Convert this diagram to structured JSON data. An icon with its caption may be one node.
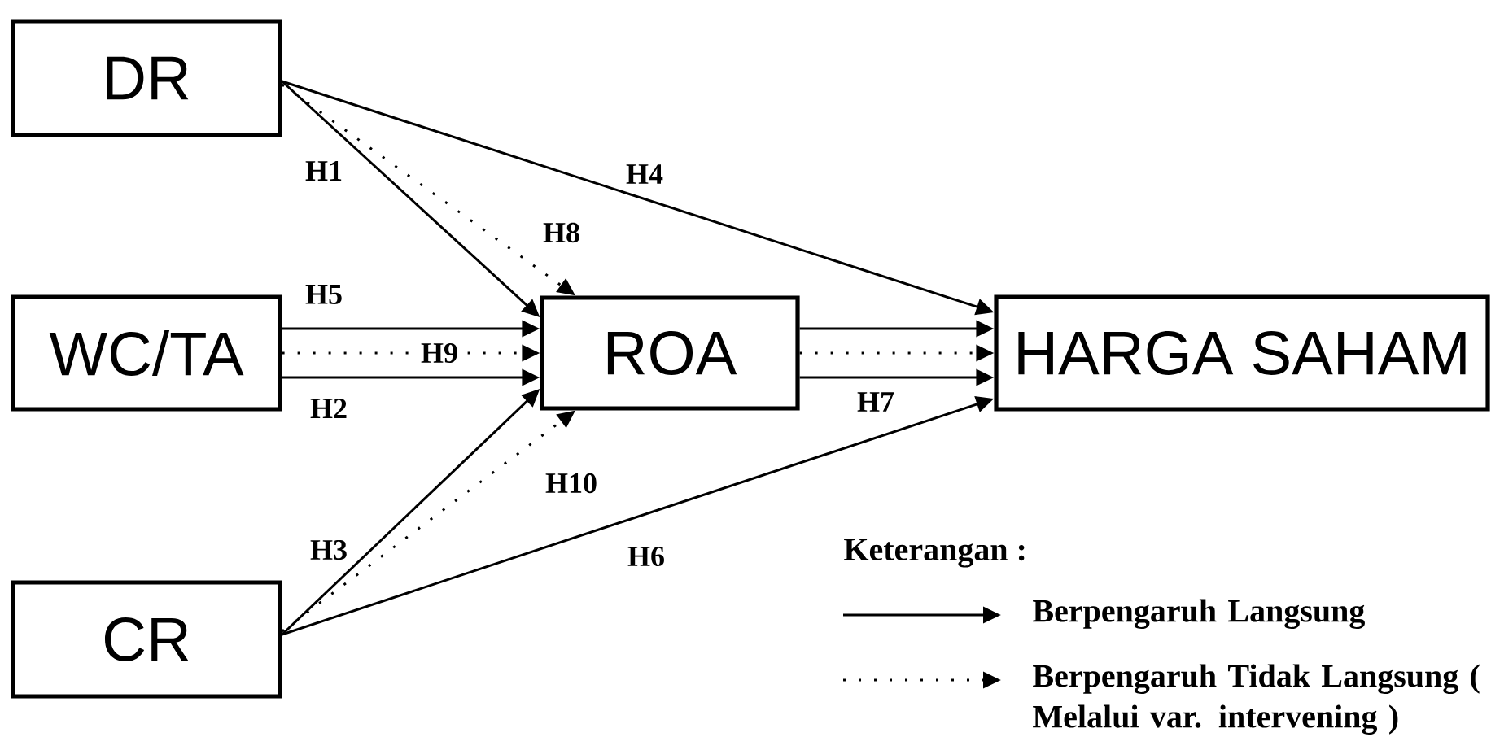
{
  "diagram": {
    "nodes": [
      {
        "text": [
          "DR"
        ]
      },
      {
        "text": [
          "WC/TA"
        ]
      },
      {
        "text": [
          "CR"
        ]
      },
      {
        "text": [
          "ROA"
        ]
      },
      {
        "text": [
          "HARGA SAHAM"
        ]
      }
    ],
    "edges": [
      {
        "from": 0,
        "to": 3,
        "arrow": "to",
        "label": "H1"
      },
      {
        "from": 0,
        "to": 3,
        "arrow": "to",
        "label": "H8",
        "style": "dashed"
      },
      {
        "from": 0,
        "to": 4,
        "arrow": "to",
        "label": "H4"
      },
      {
        "from": 1,
        "to": 3,
        "arrow": "to",
        "label": "H5"
      },
      {
        "from": 1,
        "to": 3,
        "arrow": "to",
        "label": "H9",
        "style": "dashed"
      },
      {
        "from": 1,
        "to": 3,
        "arrow": "to",
        "label": "H2"
      },
      {
        "from": 2,
        "to": 3,
        "arrow": "to",
        "label": "H3"
      },
      {
        "from": 2,
        "to": 3,
        "arrow": "to",
        "label": "H10",
        "style": "dashed"
      },
      {
        "from": 2,
        "to": 4,
        "arrow": "to",
        "label": "H6"
      },
      {
        "from": 3,
        "to": 4,
        "arrow": "to"
      },
      {
        "from": 3,
        "to": 4,
        "arrow": "to",
        "style": "dashed"
      },
      {
        "from": 3,
        "to": 4,
        "arrow": "to",
        "label": "H7"
      }
    ],
    "labels": [
      "Keterangan :"
    ],
    "legend": [
      {
        "text": "Berpengaruh Langsung"
      },
      {
        "text": "Berpengaruh Tidak Langsung ( Melalui var. intervening )"
      }
    ]
  }
}
